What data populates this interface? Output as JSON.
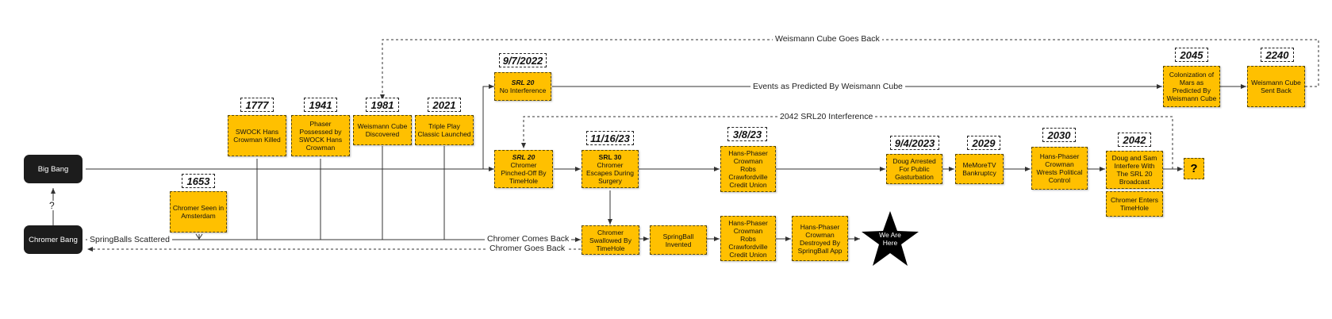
{
  "black_nodes": {
    "big_bang": "Big Bang",
    "chromer_bang": "Chromer Bang"
  },
  "question_label": "?",
  "event_nodes": {
    "chromer_amsterdam": {
      "body": "Chromer Seen in\nAmsterdam"
    },
    "swock": {
      "body": "SWOCK Hans\nCrowman Killed"
    },
    "phaser": {
      "body": "Phaser\nPossessed by\nSWOCK Hans\nCrowman"
    },
    "weismann_discovered": {
      "body": "Weismann Cube\nDiscovered"
    },
    "triple_play": {
      "body": "Triple Play\nClassic Launched"
    },
    "srl20_top": {
      "title": "SRL 20",
      "body": "No Interference"
    },
    "srl20_main": {
      "title": "SRL 20",
      "body": "Chromer\nPinched-Off By\nTimeHole"
    },
    "srl30": {
      "title": "SRL 30",
      "body": "Chromer\nEscapes During\nSurgery"
    },
    "crowman_robs_main": {
      "body": "Hans-Phaser\nCrowman\nRobs\nCrawfordville\nCredit Union"
    },
    "doug_arrested": {
      "body": "Doug Arrested\nFor Public\nGasturbation"
    },
    "memoretv": {
      "body": "MeMoreTV\nBankruptcy"
    },
    "political_control": {
      "body": "Hans-Phaser\nCrowman\nWrests Political\nControl"
    },
    "doug_sam": {
      "body": "Doug and Sam\nInterfere With\nThe SRL 20\nBroadcast"
    },
    "chromer_enters": {
      "body": "Chromer Enters\nTimeHole"
    },
    "mars": {
      "body": "Colonization of\nMars as\nPredicted By\nWeismann Cube"
    },
    "cube_sent_back": {
      "body": "Weismann Cube\nSent Back"
    },
    "chromer_swallowed": {
      "body": "Chromer\nSwallowed By\nTimeHole"
    },
    "springball_invented": {
      "body": "SpringBall\nInvented"
    },
    "crowman_robs_bottom": {
      "body": "Hans-Phaser\nCrowman\nRobs\nCrawfordville\nCredit Union"
    },
    "crowman_destroyed": {
      "body": "Hans-Phaser\nCrowman\nDestroyed By\nSpringBall App"
    }
  },
  "end_node": "?",
  "star_node": "We Are\nHere",
  "dates": {
    "d1653": "1653",
    "d1777": "1777",
    "d1941": "1941",
    "d1981": "1981",
    "d2021": "2021",
    "d20220907": "9/7/2022",
    "d20231116": "11/16/23",
    "d20230308": "3/8/23",
    "d20230904": "9/4/2023",
    "d2029": "2029",
    "d2030": "2030",
    "d2042": "2042",
    "d2045": "2045",
    "d2240": "2240"
  },
  "edge_labels": {
    "weismann_goes_back": "Weismann Cube Goes Back",
    "events_predicted": "Events as Predicted By Weismann Cube",
    "srl20_interference": "2042 SRL20 Interference",
    "springballs_scattered": "SpringBalls Scattered",
    "chromer_comes_back": "Chromer Comes Back",
    "chromer_goes_back": "Chromer Goes Back"
  },
  "colors": {
    "event_fill": "#FFC000",
    "terminal_fill": "#1C1C1C",
    "line": "#333333"
  }
}
